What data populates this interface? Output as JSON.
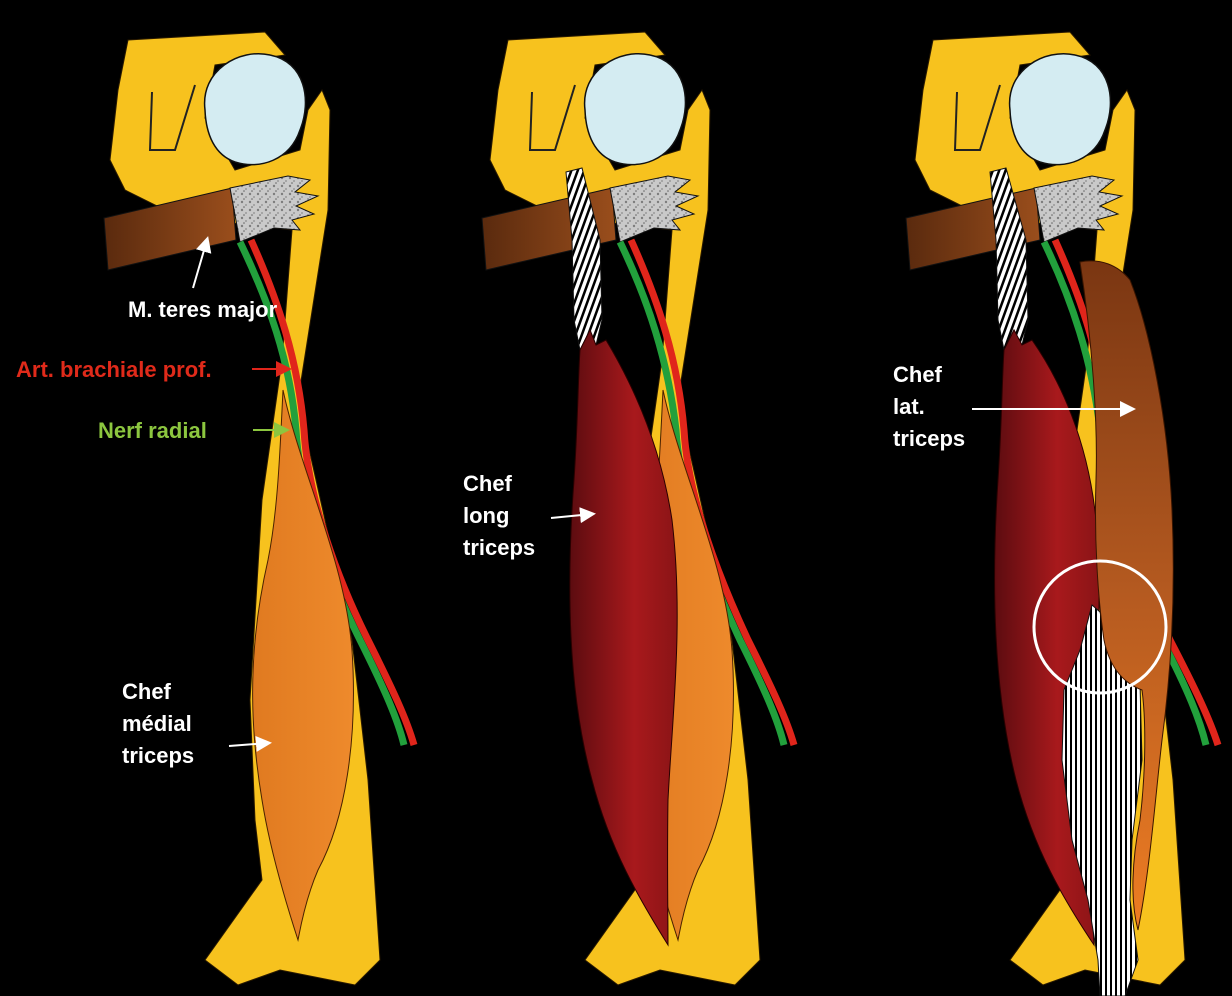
{
  "panels": [
    {
      "labels": {
        "teres": "M. teres major",
        "artery": "Art. brachiale prof.",
        "nerve": "Nerf radial",
        "head": [
          "Chef",
          "médial",
          "triceps"
        ]
      }
    },
    {
      "labels": {
        "head": [
          "Chef",
          "long",
          "triceps"
        ]
      }
    },
    {
      "labels": {
        "head": [
          "Chef",
          "lat.",
          "triceps"
        ]
      }
    }
  ],
  "colors": {
    "background": "#000000",
    "bone": "#F7C21E",
    "humeral_head": "#D4ECF2",
    "teres_major": "#7A3A12",
    "medial_head": "#E98326",
    "long_head": "#A0191C",
    "lateral_head": "#B8571E",
    "artery": "#E0251B",
    "nerve": "#22A03C",
    "text_default": "#FFFFFF",
    "text_artery": "#E02A1A",
    "text_nerve": "#8CC63F",
    "circle": "#FFFFFF"
  },
  "icons": [
    "arrow-icon",
    "highlight-circle"
  ]
}
